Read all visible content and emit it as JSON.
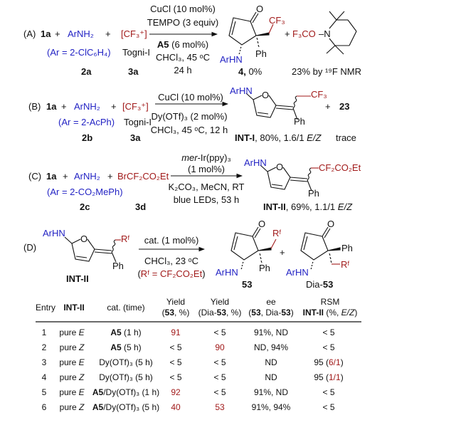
{
  "scheme_a": {
    "label": "(A)",
    "r1": "1a",
    "plus": "+",
    "amine": "ArNH₂",
    "amine_ar": "(Ar = 2-ClC₆H₄)",
    "amine_id": "2a",
    "reagent": "[CF₃⁺]",
    "reagent_name": "Togni-I",
    "reagent_id": "3a",
    "cond_above": [
      "CuCl (10 mol%)",
      "TEMPO (3 equiv)"
    ],
    "cond_cat_bold": "A5",
    "cond_cat_rest": " (6 mol%)",
    "cond_below": [
      "CHCl₃, 45 ᵒC",
      "24 h"
    ],
    "product_id": "4,",
    "product_yield": " 0%",
    "product_cf3": "CF₃",
    "product_o": "O",
    "product_ph": "Ph",
    "product_nh": "ArHN",
    "byproduct_f3co": "F₃CO",
    "byproduct_n": "–N",
    "byproduct_yield": "23% by ¹⁹F NMR"
  },
  "scheme_b": {
    "label": "(B)",
    "r1": "1a",
    "plus": "+",
    "amine": "ArNH₂",
    "amine_ar": "(Ar = 2-AcPh)",
    "amine_id": "2b",
    "reagent": "[CF₃⁺]",
    "reagent_name": "Togni-I",
    "reagent_id": "3a",
    "cond_above": "CuCl (10 mol%)",
    "cond_below": [
      "Dy(OTf)₃ (2 mol%)",
      "CHCl₃, 45 ᵒC, 12 h"
    ],
    "product_nh": "ArHN",
    "product_o": "O",
    "product_cf3": "CF₃",
    "product_ph": "Ph",
    "product_id": "INT-I",
    "product_yield": ", 80%, 1.6/1 ",
    "product_ez": "E/Z",
    "side_id": "23",
    "side_yield": "trace"
  },
  "scheme_c": {
    "label": "(C)",
    "r1": "1a",
    "plus": "+",
    "amine": "ArNH₂",
    "amine_ar": "(Ar = 2-CO₂MePh)",
    "amine_id": "2c",
    "reagent": "BrCF₂CO₂Et",
    "reagent_id": "3d",
    "cond_cat_it": "mer",
    "cond_cat_rest": "-Ir(ppy)₃",
    "cond_above2": "(1 mol%)",
    "cond_below": [
      "K₂CO₃, MeCN, RT",
      "blue LEDs, 53 h"
    ],
    "product_nh": "ArHN",
    "product_o": "O",
    "product_rf": "CF₂CO₂Et",
    "product_ph": "Ph",
    "product_id": "INT-II",
    "product_yield": ", 69%, 1.1/1 ",
    "product_ez": "E/Z"
  },
  "scheme_d": {
    "label": "(D)",
    "sm_nh": "ArHN",
    "sm_o": "O",
    "sm_rf": "Rᶠ",
    "sm_ph": "Ph",
    "sm_id": "INT-II",
    "cond_above": "cat. (1 mol%)",
    "cond_below": "CHCl₃, 23 ᵒC",
    "cond_rf_open": "(",
    "cond_rf": "Rᶠ = CF₂CO₂Et",
    "cond_rf_close": ")",
    "p1_o": "O",
    "p1_rf": "Rᶠ",
    "p1_ph": "Ph",
    "p1_nh": "ArHN",
    "p1_id": "53",
    "plus": "+",
    "p2_o": "O",
    "p2_ph": "Ph",
    "p2_rf": "Rᶠ",
    "p2_nh": "ArHN",
    "p2_prefix": "Dia-",
    "p2_id": "53"
  },
  "table": {
    "headers": {
      "entry": "Entry",
      "int": "INT-II",
      "cat": "cat. (time)",
      "y53_1": "Yield",
      "y53_2a": "(",
      "y53_2b": "53",
      "y53_2c": ", %)",
      "ydia_1": "Yield",
      "ydia_2a": "(Dia-",
      "ydia_2b": "53",
      "ydia_2c": ", %)",
      "ee_1": "ee",
      "ee_2a": "(",
      "ee_2b": "53",
      "ee_2c": ", Dia-",
      "ee_2d": "53",
      "ee_2e": ")",
      "rsm_1": "RSM",
      "rsm_2a": "INT-II",
      "rsm_2b": " (%, ",
      "rsm_2c": "E/Z",
      "rsm_2d": ")"
    },
    "rows": [
      {
        "entry": "1",
        "int_w": "pure ",
        "int_i": "E",
        "cat_b": "A5",
        "cat_r": " (1 h)",
        "y53": "91",
        "ydia": "< 5",
        "ee": "91%, ND",
        "rsm": "< 5",
        "rsm_ratio": ""
      },
      {
        "entry": "2",
        "int_w": "pure ",
        "int_i": "Z",
        "cat_b": "A5",
        "cat_r": " (5 h)",
        "y53": "< 5",
        "ydia": "90",
        "ee": "ND, 94%",
        "rsm": "< 5",
        "rsm_ratio": ""
      },
      {
        "entry": "3",
        "int_w": "pure ",
        "int_i": "E",
        "cat_b": "",
        "cat_r": "Dy(OTf)₃ (5 h)",
        "y53": "< 5",
        "ydia": "< 5",
        "ee": "ND",
        "rsm": "95 (",
        "rsm_ratio": "6/1"
      },
      {
        "entry": "4",
        "int_w": "pure ",
        "int_i": "Z",
        "cat_b": "",
        "cat_r": "Dy(OTf)₃ (5 h)",
        "y53": "< 5",
        "ydia": "< 5",
        "ee": "ND",
        "rsm": "95 (",
        "rsm_ratio": "1/1"
      },
      {
        "entry": "5",
        "int_w": "pure ",
        "int_i": "E",
        "cat_b": "A5",
        "cat_r": "/Dy(OTf)₃ (1 h)",
        "y53": "92",
        "ydia": "< 5",
        "ee": "91%, ND",
        "rsm": "< 5",
        "rsm_ratio": ""
      },
      {
        "entry": "6",
        "int_w": "pure ",
        "int_i": "Z",
        "cat_b": "A5",
        "cat_r": "/Dy(OTf)₃ (5 h)",
        "y53": "40",
        "ydia": "53",
        "ee": "91%, 94%",
        "rsm": "< 5",
        "rsm_ratio": ""
      }
    ],
    "close_paren": ")"
  },
  "colors": {
    "amine": "#2323c4",
    "fluoro": "#a11a1a"
  }
}
